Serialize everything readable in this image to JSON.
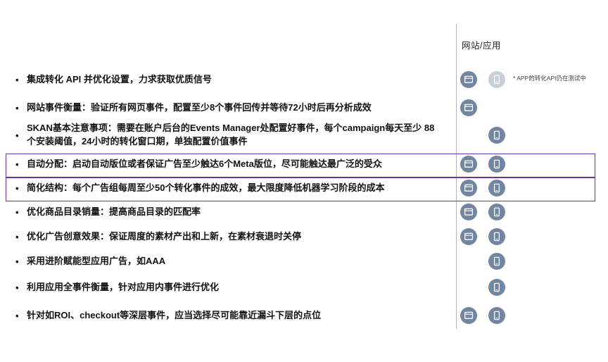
{
  "header": {
    "column_label": "网站/应用"
  },
  "note": "* APP的转化API仍在测试中",
  "bullet": "•",
  "icons": {
    "web": "browser-window-icon",
    "app": "mobile-phone-icon"
  },
  "colors": {
    "icon_active": "#7286a2",
    "icon_disabled": "#c7cfd9",
    "highlight_border": "#7030a0",
    "divider": "#b3b3b3"
  },
  "rows": [
    {
      "text": "集成转化 API 并优化设置，力求获取优质信号",
      "web": true,
      "app": "testing",
      "highlight": false
    },
    {
      "text": "网站事件衡量：验证所有网页事件，配置至少8个事件回传并等待72小时后再分析成效",
      "web": true,
      "app": false,
      "highlight": false
    },
    {
      "text": "SKAN基本注意事项：需要在账户后台的Events Manager处配置好事件，每个campaign每天至少 88个安装阈值，24小时的转化窗口期，单独配置价值事件",
      "web": false,
      "app": true,
      "highlight": false
    },
    {
      "text": "自动分配：启动自动版位或者保证广告至少触达6个Meta版位，尽可能触达最广泛的受众",
      "web": true,
      "app": true,
      "highlight": true
    },
    {
      "text": "简化结构：每个广告组每周至少50个转化事件的成效，最大限度降低机器学习阶段的成本",
      "web": true,
      "app": true,
      "highlight": true
    },
    {
      "text": "优化商品目录销量：提高商品目录的匹配率",
      "web": true,
      "app": true,
      "highlight": false
    },
    {
      "text": "优化广告创意效果：保证周度的素材产出和上新，在素材衰退时关停",
      "web": true,
      "app": true,
      "highlight": false
    },
    {
      "text": "采用进阶赋能型应用广告，如AAA",
      "web": false,
      "app": true,
      "highlight": false
    },
    {
      "text": "利用应用全事件衡量，针对应用内事件进行优化",
      "web": false,
      "app": true,
      "highlight": false
    },
    {
      "text": "针对如ROI、checkout等深层事件，应当选择尽可能靠近漏斗下层的点位",
      "web": true,
      "app": true,
      "highlight": false
    }
  ]
}
